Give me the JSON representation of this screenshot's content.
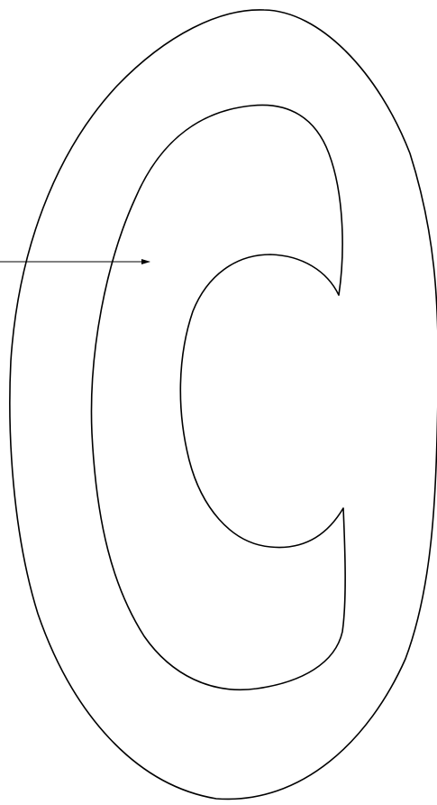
{
  "diagram": {
    "background_color": "#ffffff",
    "stroke_color": "#000000",
    "shapes": [
      {
        "id": "outer-ellipse-outline",
        "shape": "ellipse"
      },
      {
        "id": "c-letter-outline",
        "shape": "letter-c"
      }
    ],
    "pointer": {
      "id": "pointer-arrow",
      "shape": "arrow",
      "direction": "right"
    }
  }
}
